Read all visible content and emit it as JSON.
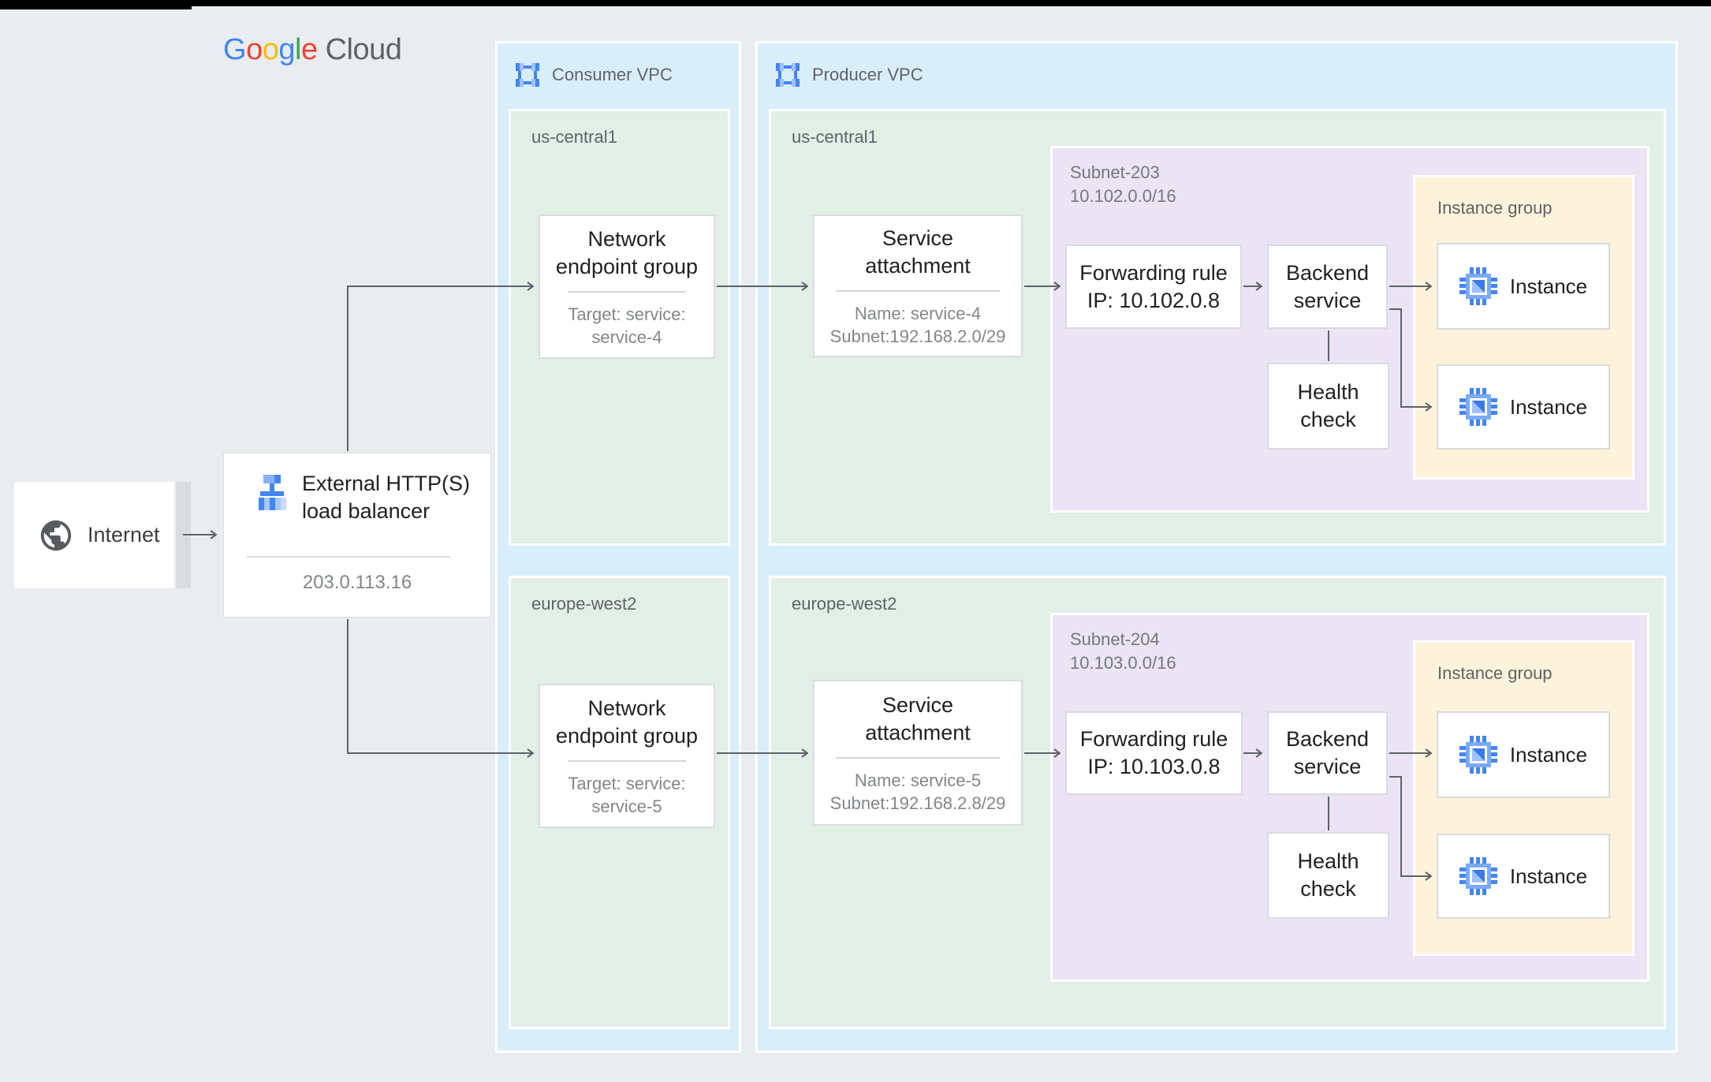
{
  "logo": {
    "letters": [
      {
        "ch": "G",
        "color": "#4285F4"
      },
      {
        "ch": "o",
        "color": "#EA4335"
      },
      {
        "ch": "o",
        "color": "#FBBC05"
      },
      {
        "ch": "g",
        "color": "#4285F4"
      },
      {
        "ch": "l",
        "color": "#34A853"
      },
      {
        "ch": "e",
        "color": "#EA4335"
      }
    ],
    "cloud": "Cloud"
  },
  "internet": {
    "label": "Internet"
  },
  "load_balancer": {
    "title": "External HTTP(S)\nload balancer",
    "ip": "203.0.113.16"
  },
  "consumer_vpc": {
    "label": "Consumer VPC",
    "regions": [
      {
        "name": "us-central1",
        "neg": {
          "title": "Network\nendpoint group",
          "target": "Target: service:\nservice-4"
        }
      },
      {
        "name": "europe-west2",
        "neg": {
          "title": "Network\nendpoint group",
          "target": "Target: service:\nservice-5"
        }
      }
    ]
  },
  "producer_vpc": {
    "label": "Producer VPC",
    "regions": [
      {
        "name": "us-central1",
        "service_attachment": {
          "title": "Service\nattachment",
          "details": "Name: service-4\nSubnet:192.168.2.0/29"
        },
        "subnet": {
          "label": "Subnet-203\n10.102.0.0/16",
          "forwarding_rule": "Forwarding rule\nIP: 10.102.0.8",
          "backend_service": "Backend\nservice",
          "health_check": "Health\ncheck"
        },
        "instance_group": {
          "label": "Instance group",
          "instances": [
            "Instance",
            "Instance"
          ]
        }
      },
      {
        "name": "europe-west2",
        "service_attachment": {
          "title": "Service\nattachment",
          "details": "Name: service-5\nSubnet:192.168.2.8/29"
        },
        "subnet": {
          "label": "Subnet-204\n10.103.0.0/16",
          "forwarding_rule": "Forwarding rule\nIP: 10.103.0.8",
          "backend_service": "Backend\nservice",
          "health_check": "Health\ncheck"
        },
        "instance_group": {
          "label": "Instance group",
          "instances": [
            "Instance",
            "Instance"
          ]
        }
      }
    ]
  },
  "colors": {
    "vpc_bg": "#d9eefb",
    "region_bg": "#e1efe7",
    "subnet_bg": "#eae4f5",
    "instance_group_bg": "#fcf3da",
    "accent_blue": "#4285f4",
    "connector": "#5f6368",
    "background": "#e9edf0"
  }
}
